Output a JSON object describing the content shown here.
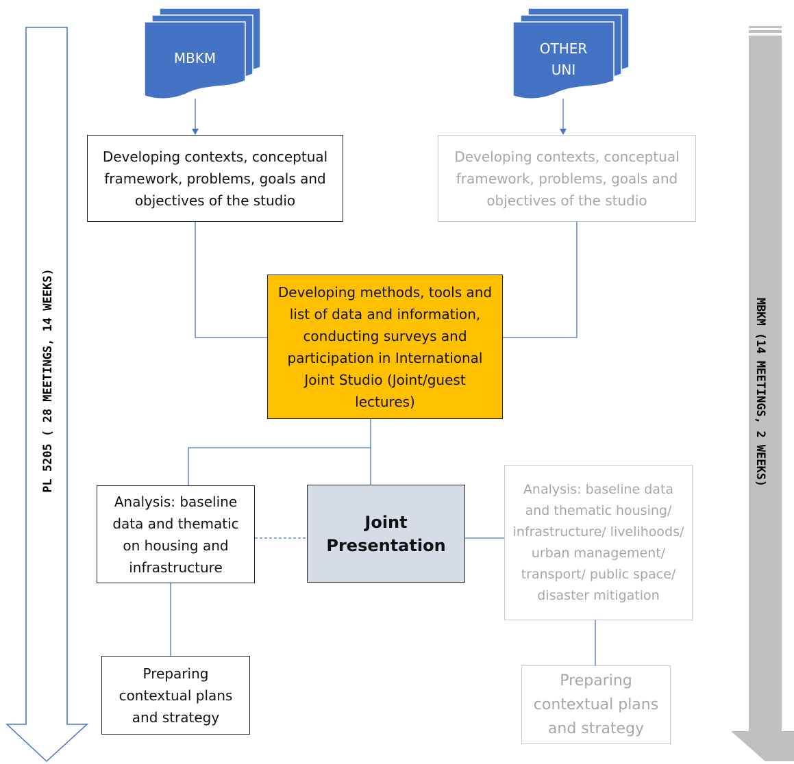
{
  "sources": {
    "left": {
      "label_lines": [
        "MBKM"
      ]
    },
    "right": {
      "label_lines": [
        "OTHER",
        "UNI"
      ]
    }
  },
  "boxes": {
    "context_left": "Developing contexts, conceptual framework, problems, goals and objectives of the studio",
    "context_right": "Developing contexts, conceptual framework, problems, goals and objectives of the studio",
    "methods": "Developing methods, tools and list of data and information, conducting surveys and participation in International Joint Studio (Joint/guest lectures)",
    "analysis_left": "Analysis: baseline data and thematic on housing and infrastructure",
    "joint": "Joint Presentation",
    "analysis_right": "Analysis: baseline data and thematic housing/ infrastructure/ livelihoods/ urban management/ transport/ public space/ disaster mitigation",
    "plans_left": "Preparing contextual plans and strategy",
    "plans_right": "Preparing contextual plans and strategy"
  },
  "timeline": {
    "left_label": "PL 5205 ( 28 MEETINGS, 14 WEEKS)",
    "right_label": "MBKM (14 MEETINGS, 2 WEEKS)"
  },
  "colors": {
    "doc_blue": "#4472c4",
    "connector": "#4472c4",
    "methods_fill": "#ffc000",
    "joint_fill": "#d6dce5",
    "grey_text": "#a6a6a6",
    "right_arrow_fill": "#bfbfbf"
  }
}
